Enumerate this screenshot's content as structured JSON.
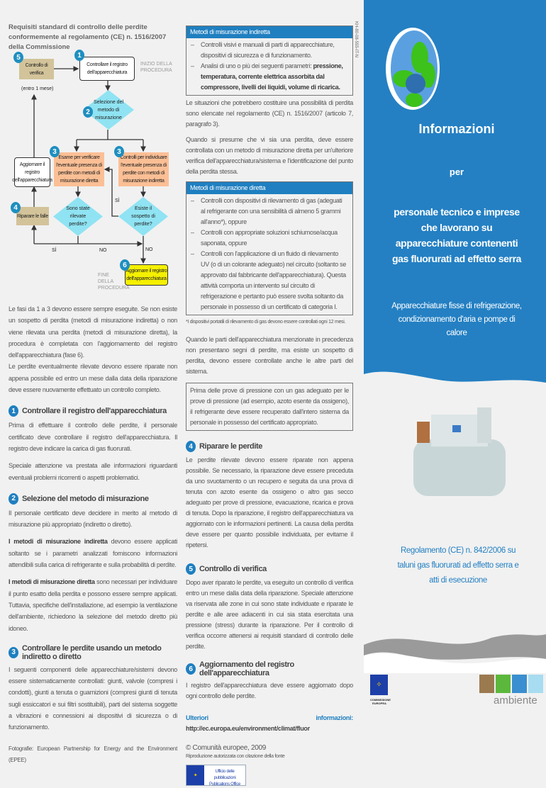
{
  "catalog_code": "KH-80-08-555-IT-N",
  "flowchart": {
    "title": "Requisiti standard di controllo delle perdite conformemente al regolamento (CE) n. 1516/2007 della Commissione",
    "start_label": "INIZIO DELLA PROCEDURA",
    "end_label": "FINE DELLA PROCEDURA",
    "step1": "Controllare il registro dell'apparecchiatura",
    "step2": "Selezione del metodo di misurazione",
    "step3a": "Esame per verificare l'eventuale presenza di perdite con metodi di misurazione diretta",
    "step3b": "Controlli per individuare l'eventuale presenza di perdite con metodi di misurazione indiretta",
    "q_direct": "Sono state rilevate perdite?",
    "q_indirect": "Esiste il sospetto di perdite?",
    "step4": "Riparare le falle",
    "update": "Aggiornare il registro dell'apparecchiatura",
    "step5": "Controllo di verifica",
    "step5_note": "(entro 1 mese)",
    "step6": "Aggiornare il registro dell'apparecchiatura",
    "yes": "SÌ",
    "no": "NO",
    "yes2": "SÌ",
    "no2": "NO",
    "nums": [
      "1",
      "2",
      "3",
      "3",
      "4",
      "5",
      "6"
    ]
  },
  "left": {
    "intro1": "Le fasi da 1 a 3 devono essere sempre eseguite. Se non esiste un sospetto di perdita (metodi di misurazione indiretta) o non viene rilevata una perdita (metodi di misurazione diretta), la procedura è completata con l'aggiornamento del registro dell'apparecchiatura (fase 6).",
    "intro2": "Le perdite eventualmente rilevate devono essere riparate non appena possibile ed entro un mese dalla data della riparazione deve essere nuovamente effettuato un controllo completo.",
    "s1_title": "Controllare il registro dell'apparecchiatura",
    "s1_p1": "Prima di effettuare il controllo delle perdite, il personale certificato deve controllare il registro dell'apparecchiatura. Il registro deve indicare la carica di gas fluorurati.",
    "s1_p2": "Speciale attenzione va prestata alle informazioni riguardanti eventuali problemi ricorrenti o aspetti problematici.",
    "s2_title": "Selezione del metodo di misurazione",
    "s2_p1": "Il personale certificato deve decidere in merito al metodo di misurazione più appropriato (indiretto o diretto).",
    "s2_p2_bold": "I metodi di misurazione indiretta",
    "s2_p2": " devono essere applicati soltanto se i parametri analizzati forniscono informazioni attendibili sulla carica di refrigerante e sulla probabilità di perdite.",
    "s2_p3_bold": "I metodi di misurazione diretta",
    "s2_p3": " sono necessari per individuare il punto esatto della perdita e possono essere sempre applicati. Tuttavia, specifiche dell'installazione, ad esempio la ventilazione dell'ambiente, richiedono la selezione del metodo diretto più idoneo.",
    "s3_title": "Controllare le perdite usando un metodo indiretto o diretto",
    "s3_p1": "I seguenti componenti delle apparecchiature/sistemi devono essere sistematicamente controllati: giunti, valvole (compresi i condotti), giunti a tenuta o guarnizioni (compresi giunti di tenuta sugli essiccatori e sui filtri sostituibili), parti del sistema soggette a vibrazioni e connessioni ai dispositivi di sicurezza o di funzionamento.",
    "photo_credit": "Fotografie: European Partnership for Energy and the Environment (EPEE)"
  },
  "mid": {
    "indirect_title": "Metodi di misurazione indiretta",
    "indirect_1": "Controlli visivi e manuali di parti di apparecchiature, dispositivi di sicurezza e di funzionamento.",
    "indirect_2": "Analisi di uno o più dei seguenti parametri: ",
    "indirect_2_bold": "pressione, temperatura, corrente elettrica assorbita dal compressore, livelli dei liquidi, volume di ricarica.",
    "p1": "Le situazioni che potrebbero costituire una possibilità di perdita sono elencate nel regolamento (CE) n. 1516/2007 (articolo 7, paragrafo 3).",
    "p2": "Quando si presume che vi sia una perdita, deve essere controllata con un metodo di misurazione diretta per un'ulteriore verifica dell'apparecchiatura/sistema e l'identificazione del punto della perdita stessa.",
    "direct_title": "Metodi di misurazione diretta",
    "direct_1": "Controlli con dispositivi di rilevamento di gas (adeguati al refrigerante con una sensibilità di almeno 5 grammi all'anno*), oppure",
    "direct_2": "Controlli con appropriate soluzioni schiumose/acqua saponata, oppure",
    "direct_3": "Controlli con l'applicazione di un fluido di rilevamento UV (o di un colorante adeguato) nel circuito (soltanto se approvato dal fabbricante dell'apparecchiatura). Questa attività comporta un intervento sul circuito di refrigerazione e pertanto può essere svolta soltanto da personale in possesso di un certificato di categoria I.",
    "footnote": "*I dispositivi portatili di rilevamento di gas devono essere controllati ogni 12 mesi.",
    "p3": "Quando le parti dell'apparecchiatura menzionate in precedenza non presentano segni di perdite, ma esiste un sospetto di perdita, devono essere controllate anche le altre parti del sistema.",
    "note": "Prima delle prove di pressione con un gas adeguato per le prove di pressione (ad esempio, azoto esente da ossigeno), il refrigerante deve essere recuperato dall'intero sistema da personale in possesso del certificato appropriato.",
    "s4_title": "Riparare le perdite",
    "s4_p": "Le perdite rilevate devono essere riparate non appena possibile. Se necessario, la riparazione deve essere preceduta da uno svuotamento o un recupero e seguita da una prova di tenuta con azoto esente da ossigeno o altro gas secco adeguato per prove di pressione, evacuazione, ricarica e prova di tenuta. Dopo la riparazione, il registro dell'apparecchiatura va aggiornato con le informazioni pertinenti. La causa della perdita deve essere per quanto possibile individuata, per evitarne il ripetersi.",
    "s5_title": "Controllo di verifica",
    "s5_p": "Dopo aver riparato le perdite, va eseguito un controllo di verifica entro un mese dalla data della riparazione. Speciale attenzione va riservata alle zone in cui sono state individuate e riparate le perdite e alle aree adiacenti in cui sia stata esercitata una pressione (stress) durante la riparazione. Per il controllo di verifica occorre attenersi ai requisiti standard di controllo delle perdite.",
    "s6_title": "Aggiornamento del registro dell'apparecchiatura",
    "s6_p": "I registro dell'apparecchiatura deve essere aggiornato dopo ogni controllo delle perdite.",
    "more_label": "Ulteriori informazioni:",
    "more_url": "http://ec.europa.eu/environment/climat/fluor",
    "copyright": "© Comunità europee, 2009",
    "repro": "Riproduzione autorizzata con citazione della fonte",
    "pub_office": "Ufficio delle pubblicazioni",
    "pub_office2": "Publications Office"
  },
  "cover": {
    "title": "Informazioni",
    "per": "per",
    "audience": "personale tecnico e imprese che lavorano su apparecchiature contenenti gas fluorurati ad effetto serra",
    "subtitle": "Apparecchiature fisse di refrigerazione, condizionamento d'aria e pompe di calore",
    "regulation": "Regolamento (CE) n. 842/2006 su taluni gas fluorurati ad effetto serra e atti di esecuzione",
    "ec_logo": "COMMISSIONE EUROPEA",
    "ambiente": "ambiente"
  },
  "colors": {
    "blue": "#2480c3",
    "orange": "#fbbf95",
    "tan": "#d3c39a",
    "yellow": "#f5f000",
    "diamond": "#8fe3f2"
  }
}
